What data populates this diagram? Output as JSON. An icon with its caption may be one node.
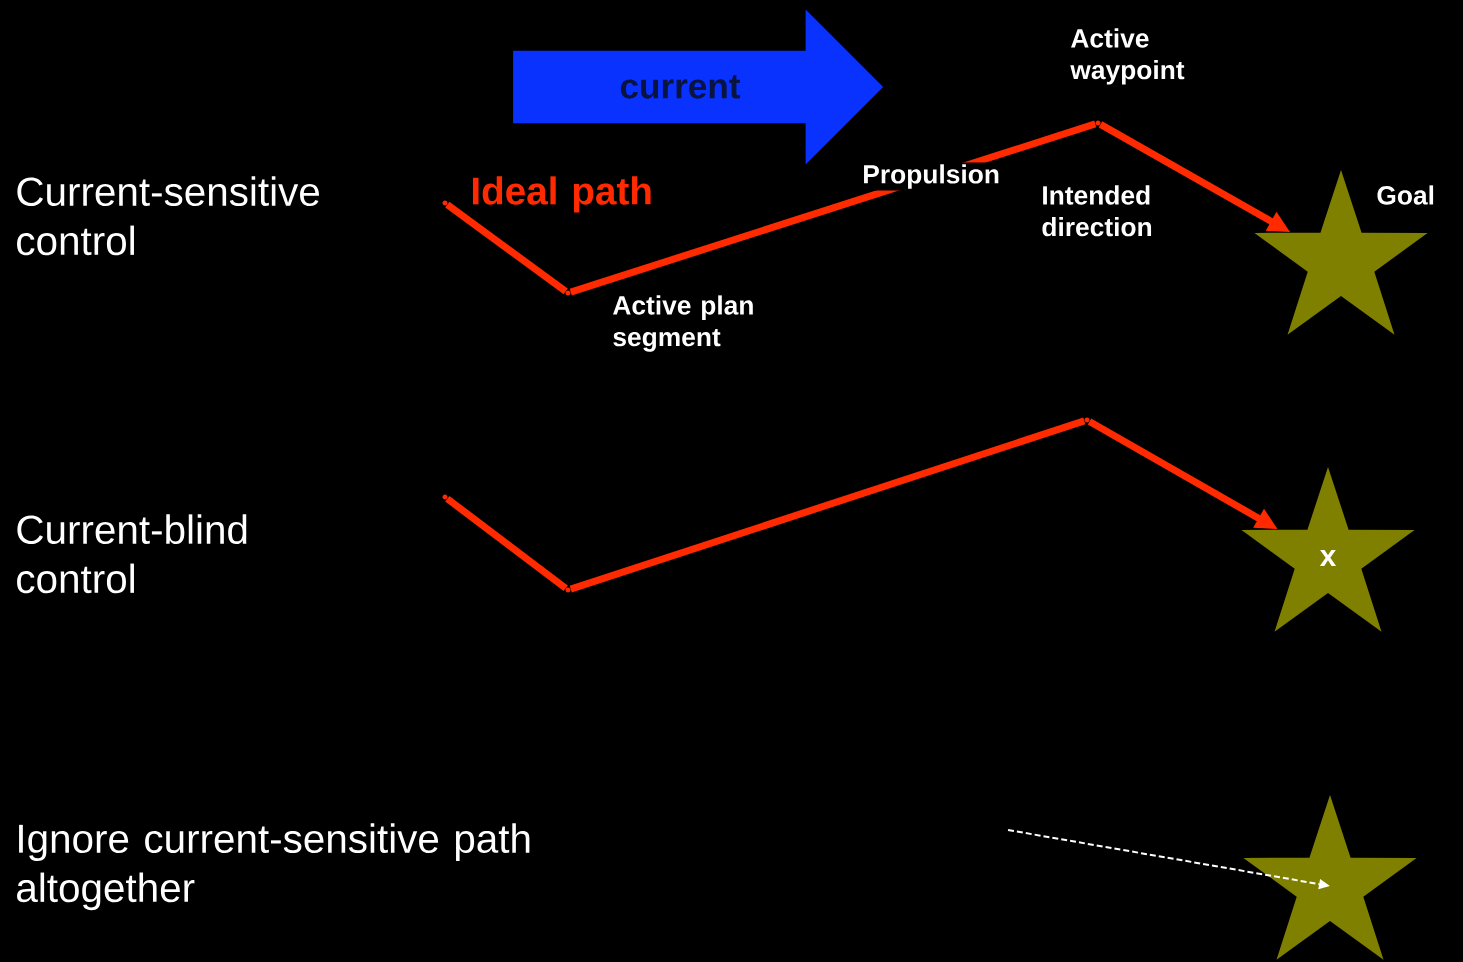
{
  "diagram": {
    "nodes": [
      {
        "text": [
          "current"
        ]
      },
      {
        "text": [],
        "shape": "point"
      },
      {
        "text": [],
        "shape": "point"
      },
      {
        "text": [],
        "shape": "point",
        "beside": [
          "Active waypoint"
        ]
      },
      {
        "text": [],
        "shape": "star",
        "beside": [
          "Goal"
        ]
      },
      {
        "text": [],
        "shape": "point"
      },
      {
        "text": [],
        "shape": "point"
      },
      {
        "text": [],
        "shape": "point"
      },
      {
        "text": [
          "x"
        ]
      },
      {
        "text": [],
        "shape": "star"
      }
    ],
    "edges": [
      {
        "from": 1,
        "to": 2,
        "arrow": "none"
      },
      {
        "from": 2,
        "to": 3,
        "arrow": "none",
        "label": "Propulsion"
      },
      {
        "from": 3,
        "to": 4,
        "arrow": "to"
      },
      {
        "from": 5,
        "to": 6,
        "arrow": "none"
      },
      {
        "from": 6,
        "to": 7,
        "arrow": "none"
      },
      {
        "from": 7,
        "to": 8,
        "arrow": "to"
      },
      {
        "from": null,
        "to": 9,
        "arrow": "to",
        "style": "dashed",
        "color": "#ffffff"
      }
    ],
    "labels": [
      "Current-sensitive control",
      "Ideal path",
      "Active plan segment",
      "Intended direction",
      "Current-blind control",
      "Ignore current-sensitive path altogether"
    ]
  }
}
